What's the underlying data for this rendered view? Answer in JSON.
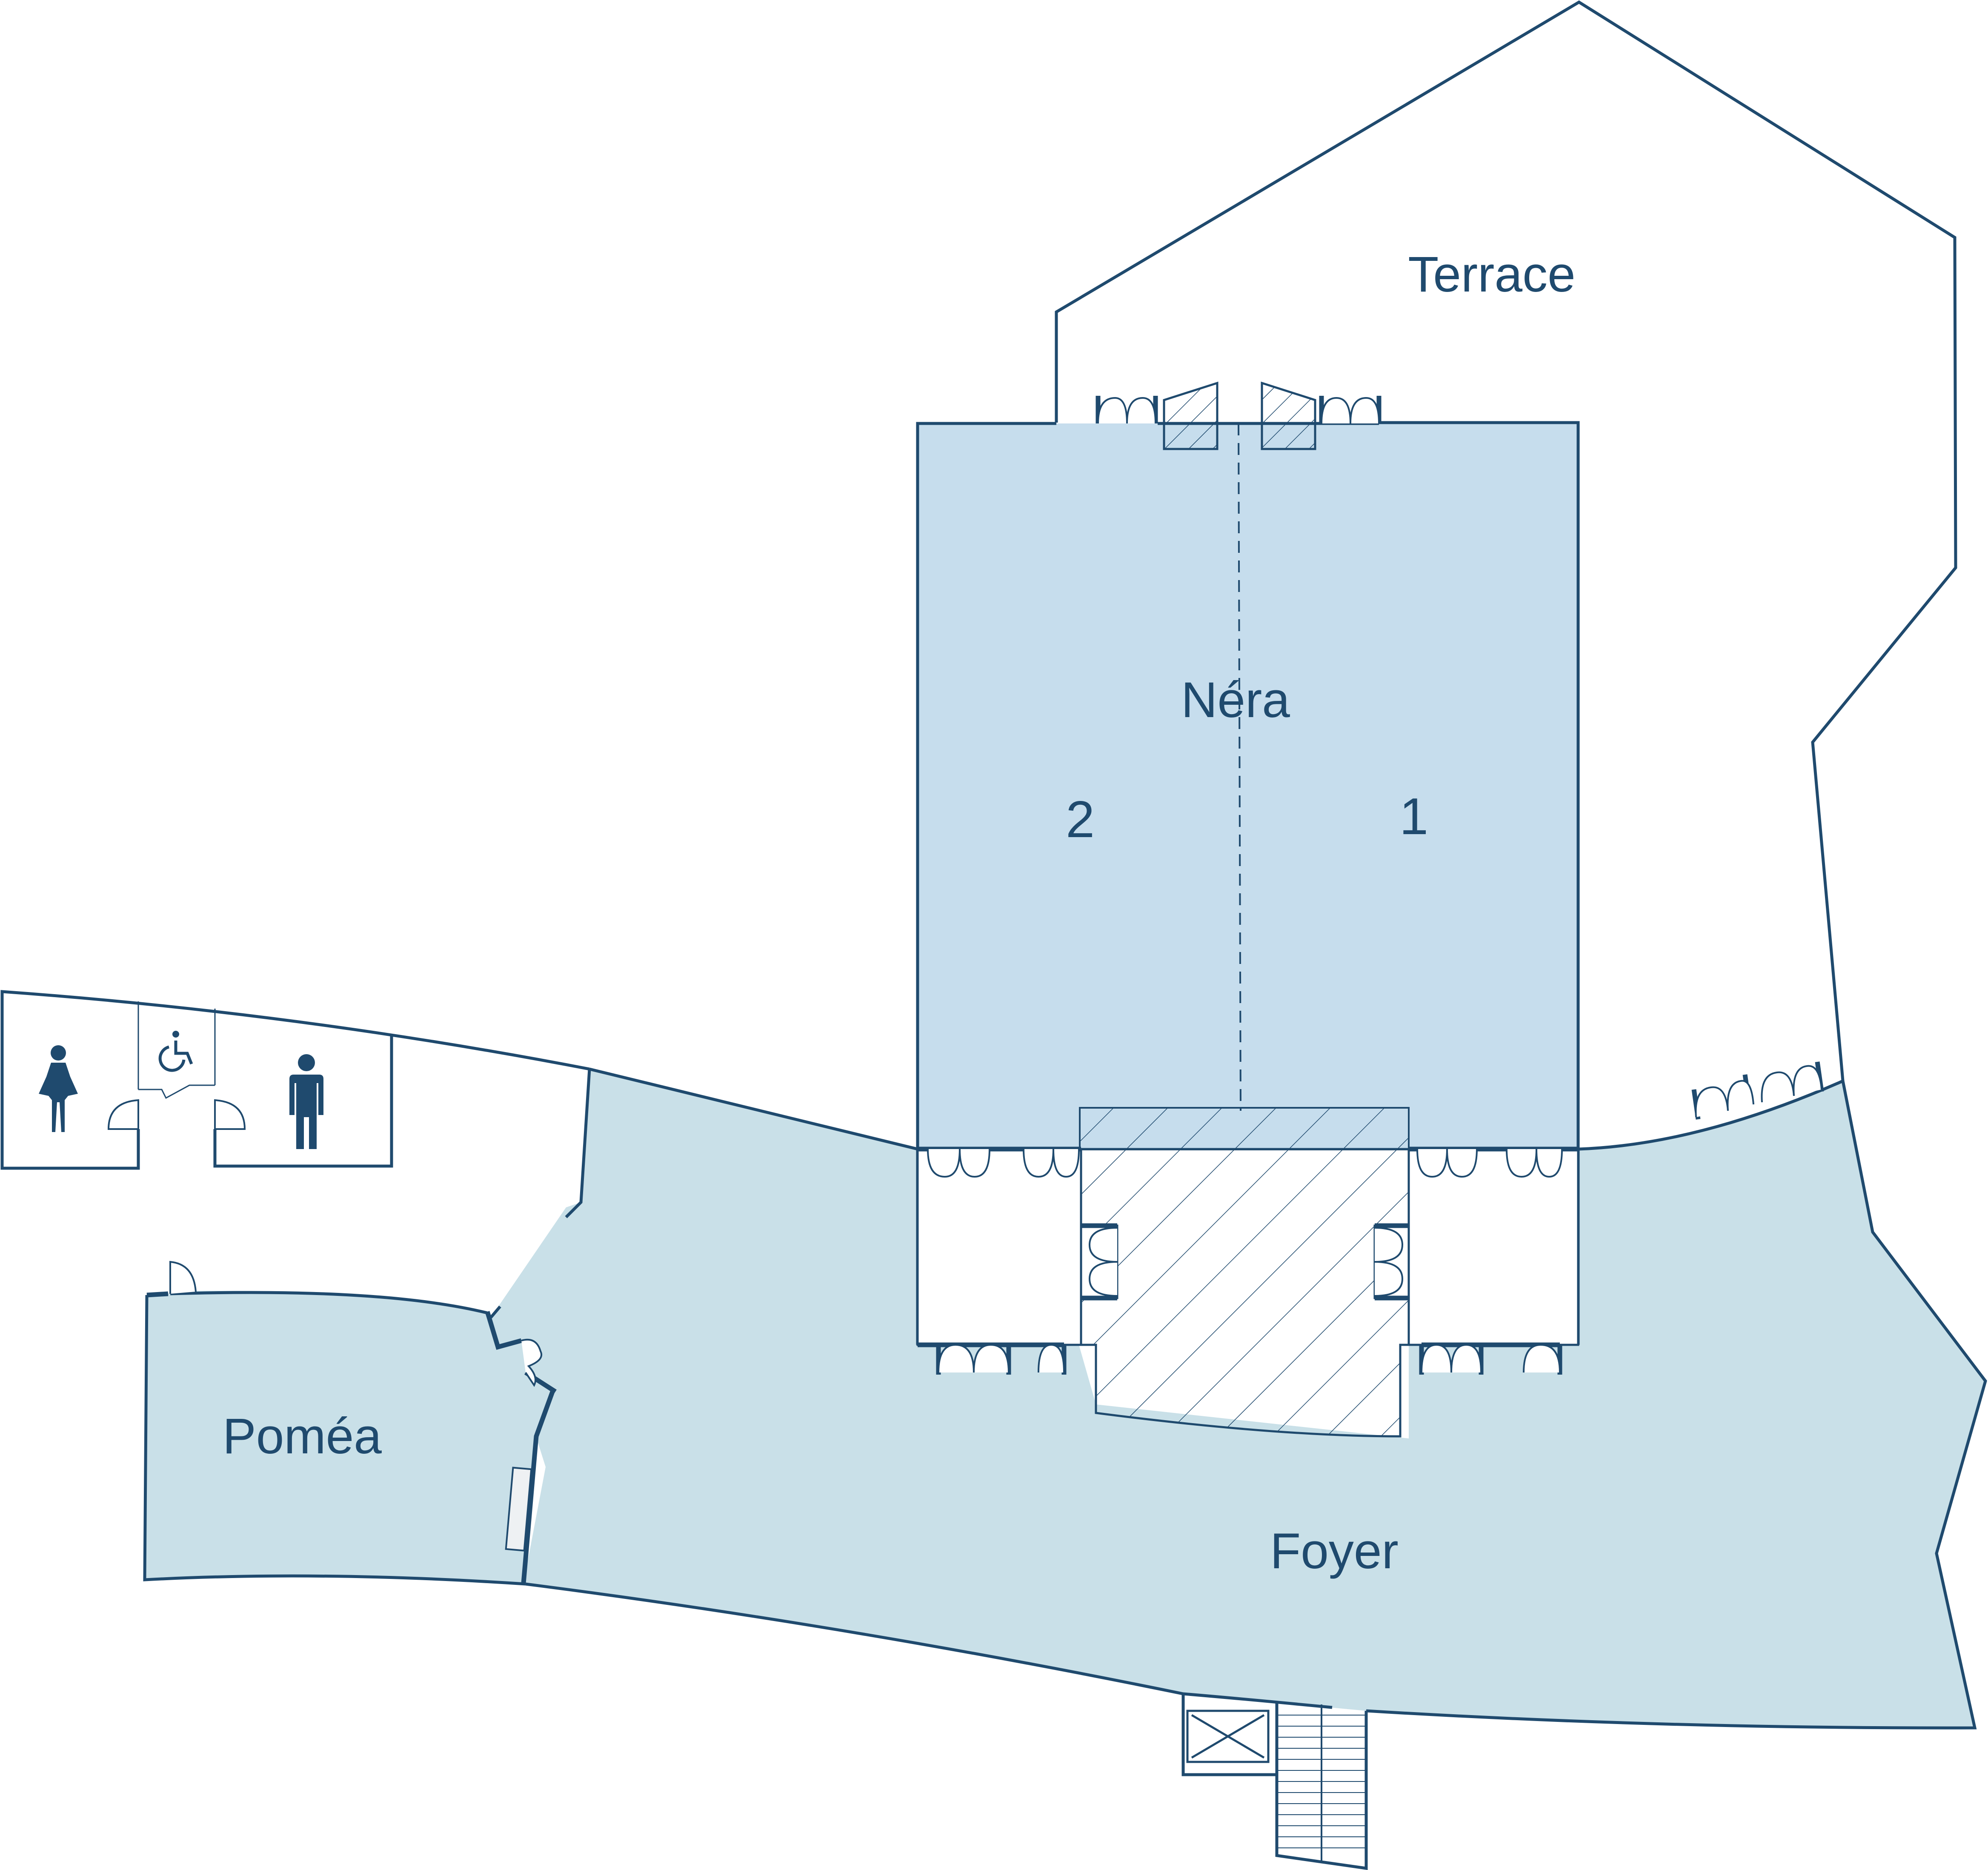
{
  "floorplan": {
    "rooms": {
      "terrace": "Terrace",
      "nera": "Néra",
      "nera_zone_1": "1",
      "nera_zone_2": "2",
      "pomea": "Poméa",
      "foyer": "Foyer"
    },
    "icons": {
      "women_restroom": "woman-icon",
      "accessible_restroom": "wheelchair-icon",
      "men_restroom": "man-icon",
      "elevator": "elevator-icon",
      "stairs": "stairs-icon"
    },
    "colors": {
      "wall": "#1f4a6e",
      "foyer_fill": "#c9e0e8",
      "nera_fill": "#c6dded",
      "background": "#ffffff"
    }
  }
}
